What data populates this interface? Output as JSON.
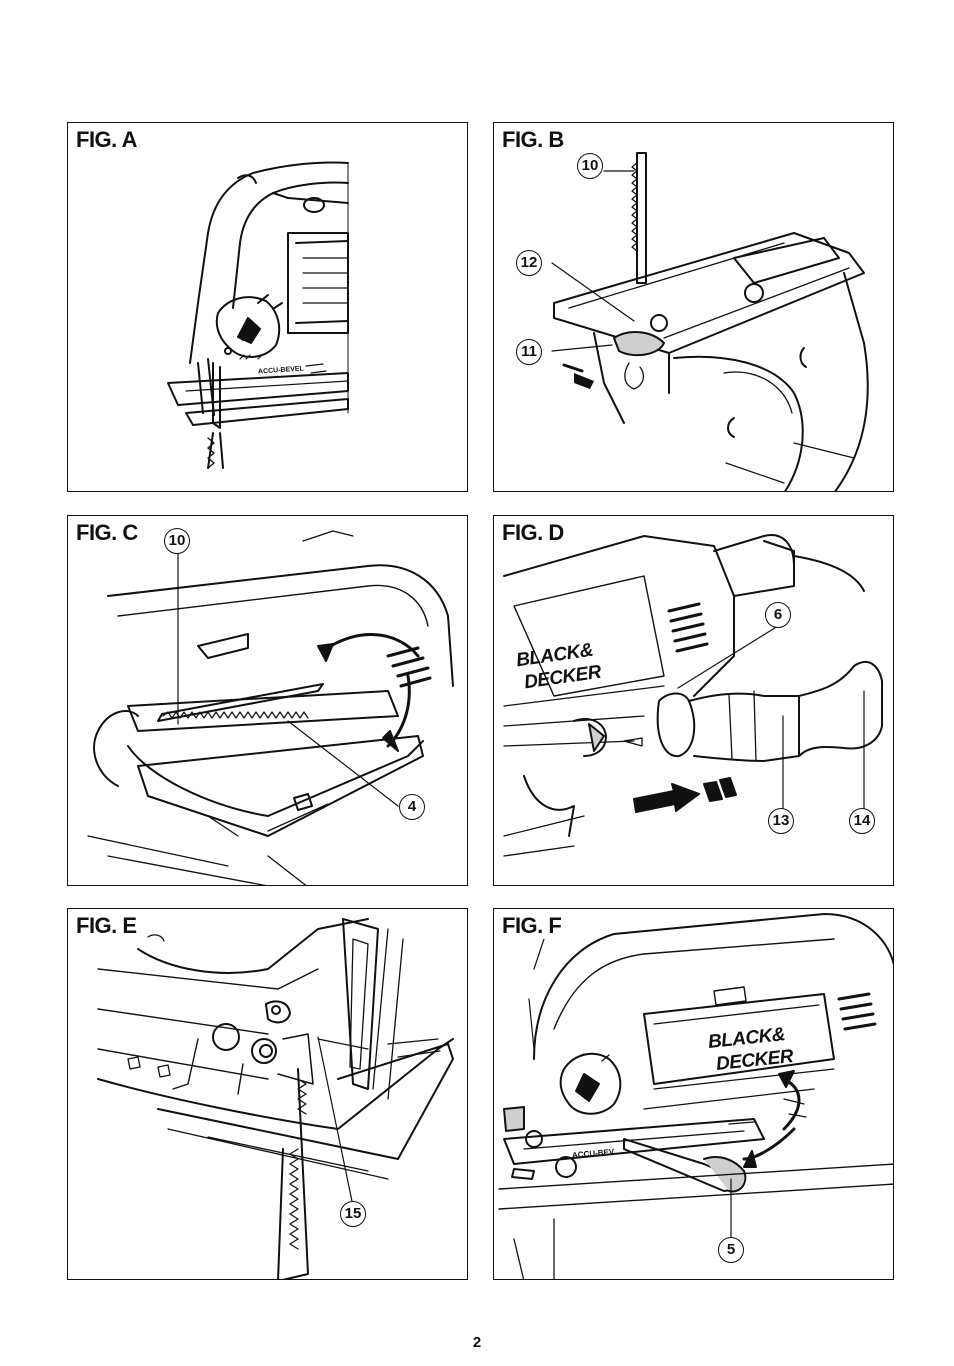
{
  "figures": {
    "a": {
      "title": "FIG. A",
      "label_text": "ACCU-BEVEL"
    },
    "b": {
      "title": "FIG. B",
      "callouts": [
        "10",
        "12",
        "11"
      ]
    },
    "c": {
      "title": "FIG. C",
      "callouts": [
        "10",
        "4"
      ]
    },
    "d": {
      "title": "FIG. D",
      "callouts": [
        "6",
        "13",
        "14"
      ],
      "brand_line1": "BLACK&",
      "brand_line2": "DECKER"
    },
    "e": {
      "title": "FIG. E",
      "callouts": [
        "15"
      ]
    },
    "f": {
      "title": "FIG. F",
      "callouts": [
        "5"
      ],
      "brand_line1": "BLACK&",
      "brand_line2": "DECKER",
      "label_text": "ACCU-BEV"
    }
  },
  "page": {
    "number": "2"
  },
  "colors": {
    "line": "#111111",
    "paper": "#ffffff",
    "shade": "#cfcfcf"
  }
}
